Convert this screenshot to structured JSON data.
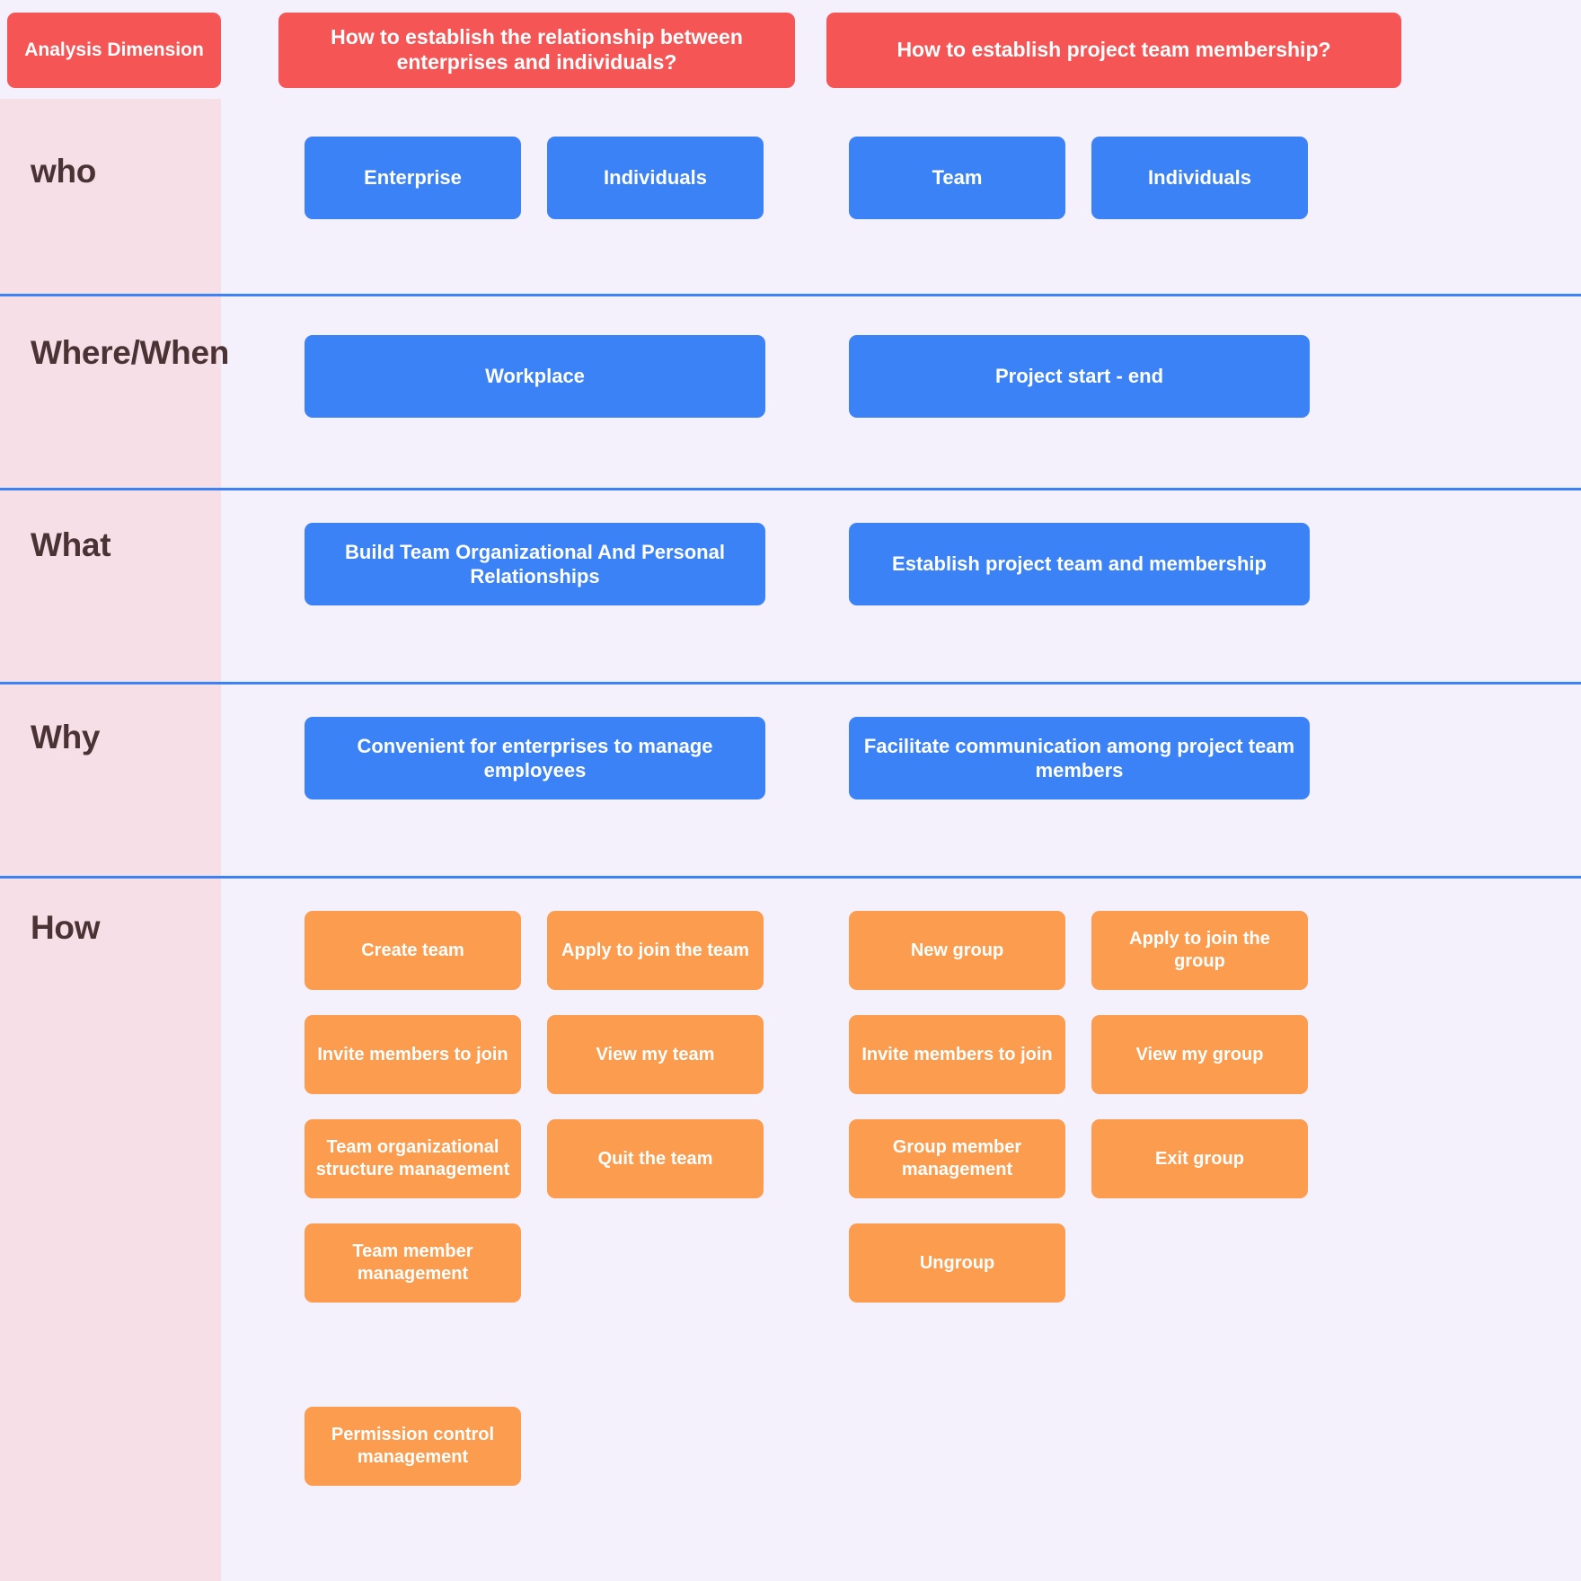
{
  "palette": {
    "background": "#F4F1FD",
    "dimension_column": "#F7DFE8",
    "header_red": "#F65555",
    "card_blue": "#3B82F6",
    "card_orange": "#FC9C4E",
    "separator_blue": "#3B82F6",
    "label_text": "#4A3235"
  },
  "header": {
    "dimension_label": "Analysis Dimension",
    "question_1": "How to establish the relationship between enterprises and individuals?",
    "question_2": "How to establish project team membership?"
  },
  "rows": [
    {
      "label": "who",
      "column_1": [
        "Enterprise",
        "Individuals"
      ],
      "column_2": [
        "Team",
        "Individuals"
      ]
    },
    {
      "label": "Where/When",
      "column_1": [
        "Workplace"
      ],
      "column_2": [
        "Project start - end"
      ]
    },
    {
      "label": "What",
      "column_1": [
        "Build Team Organizational And Personal Relationships"
      ],
      "column_2": [
        "Establish project team and membership"
      ]
    },
    {
      "label": "Why",
      "column_1": [
        "Convenient for enterprises to manage employees"
      ],
      "column_2": [
        "Facilitate communication among project team members"
      ]
    },
    {
      "label": "How",
      "column_1": [
        "Create team",
        "Apply to join the team",
        "Invite members to join",
        "View my team",
        "Team organizational structure management",
        "Quit the team",
        "Team member management",
        "Permission control management"
      ],
      "column_2": [
        "New group",
        "Apply to join the group",
        "Invite members to join",
        "View my group",
        "Group member management",
        "Exit group",
        "Ungroup"
      ]
    }
  ]
}
